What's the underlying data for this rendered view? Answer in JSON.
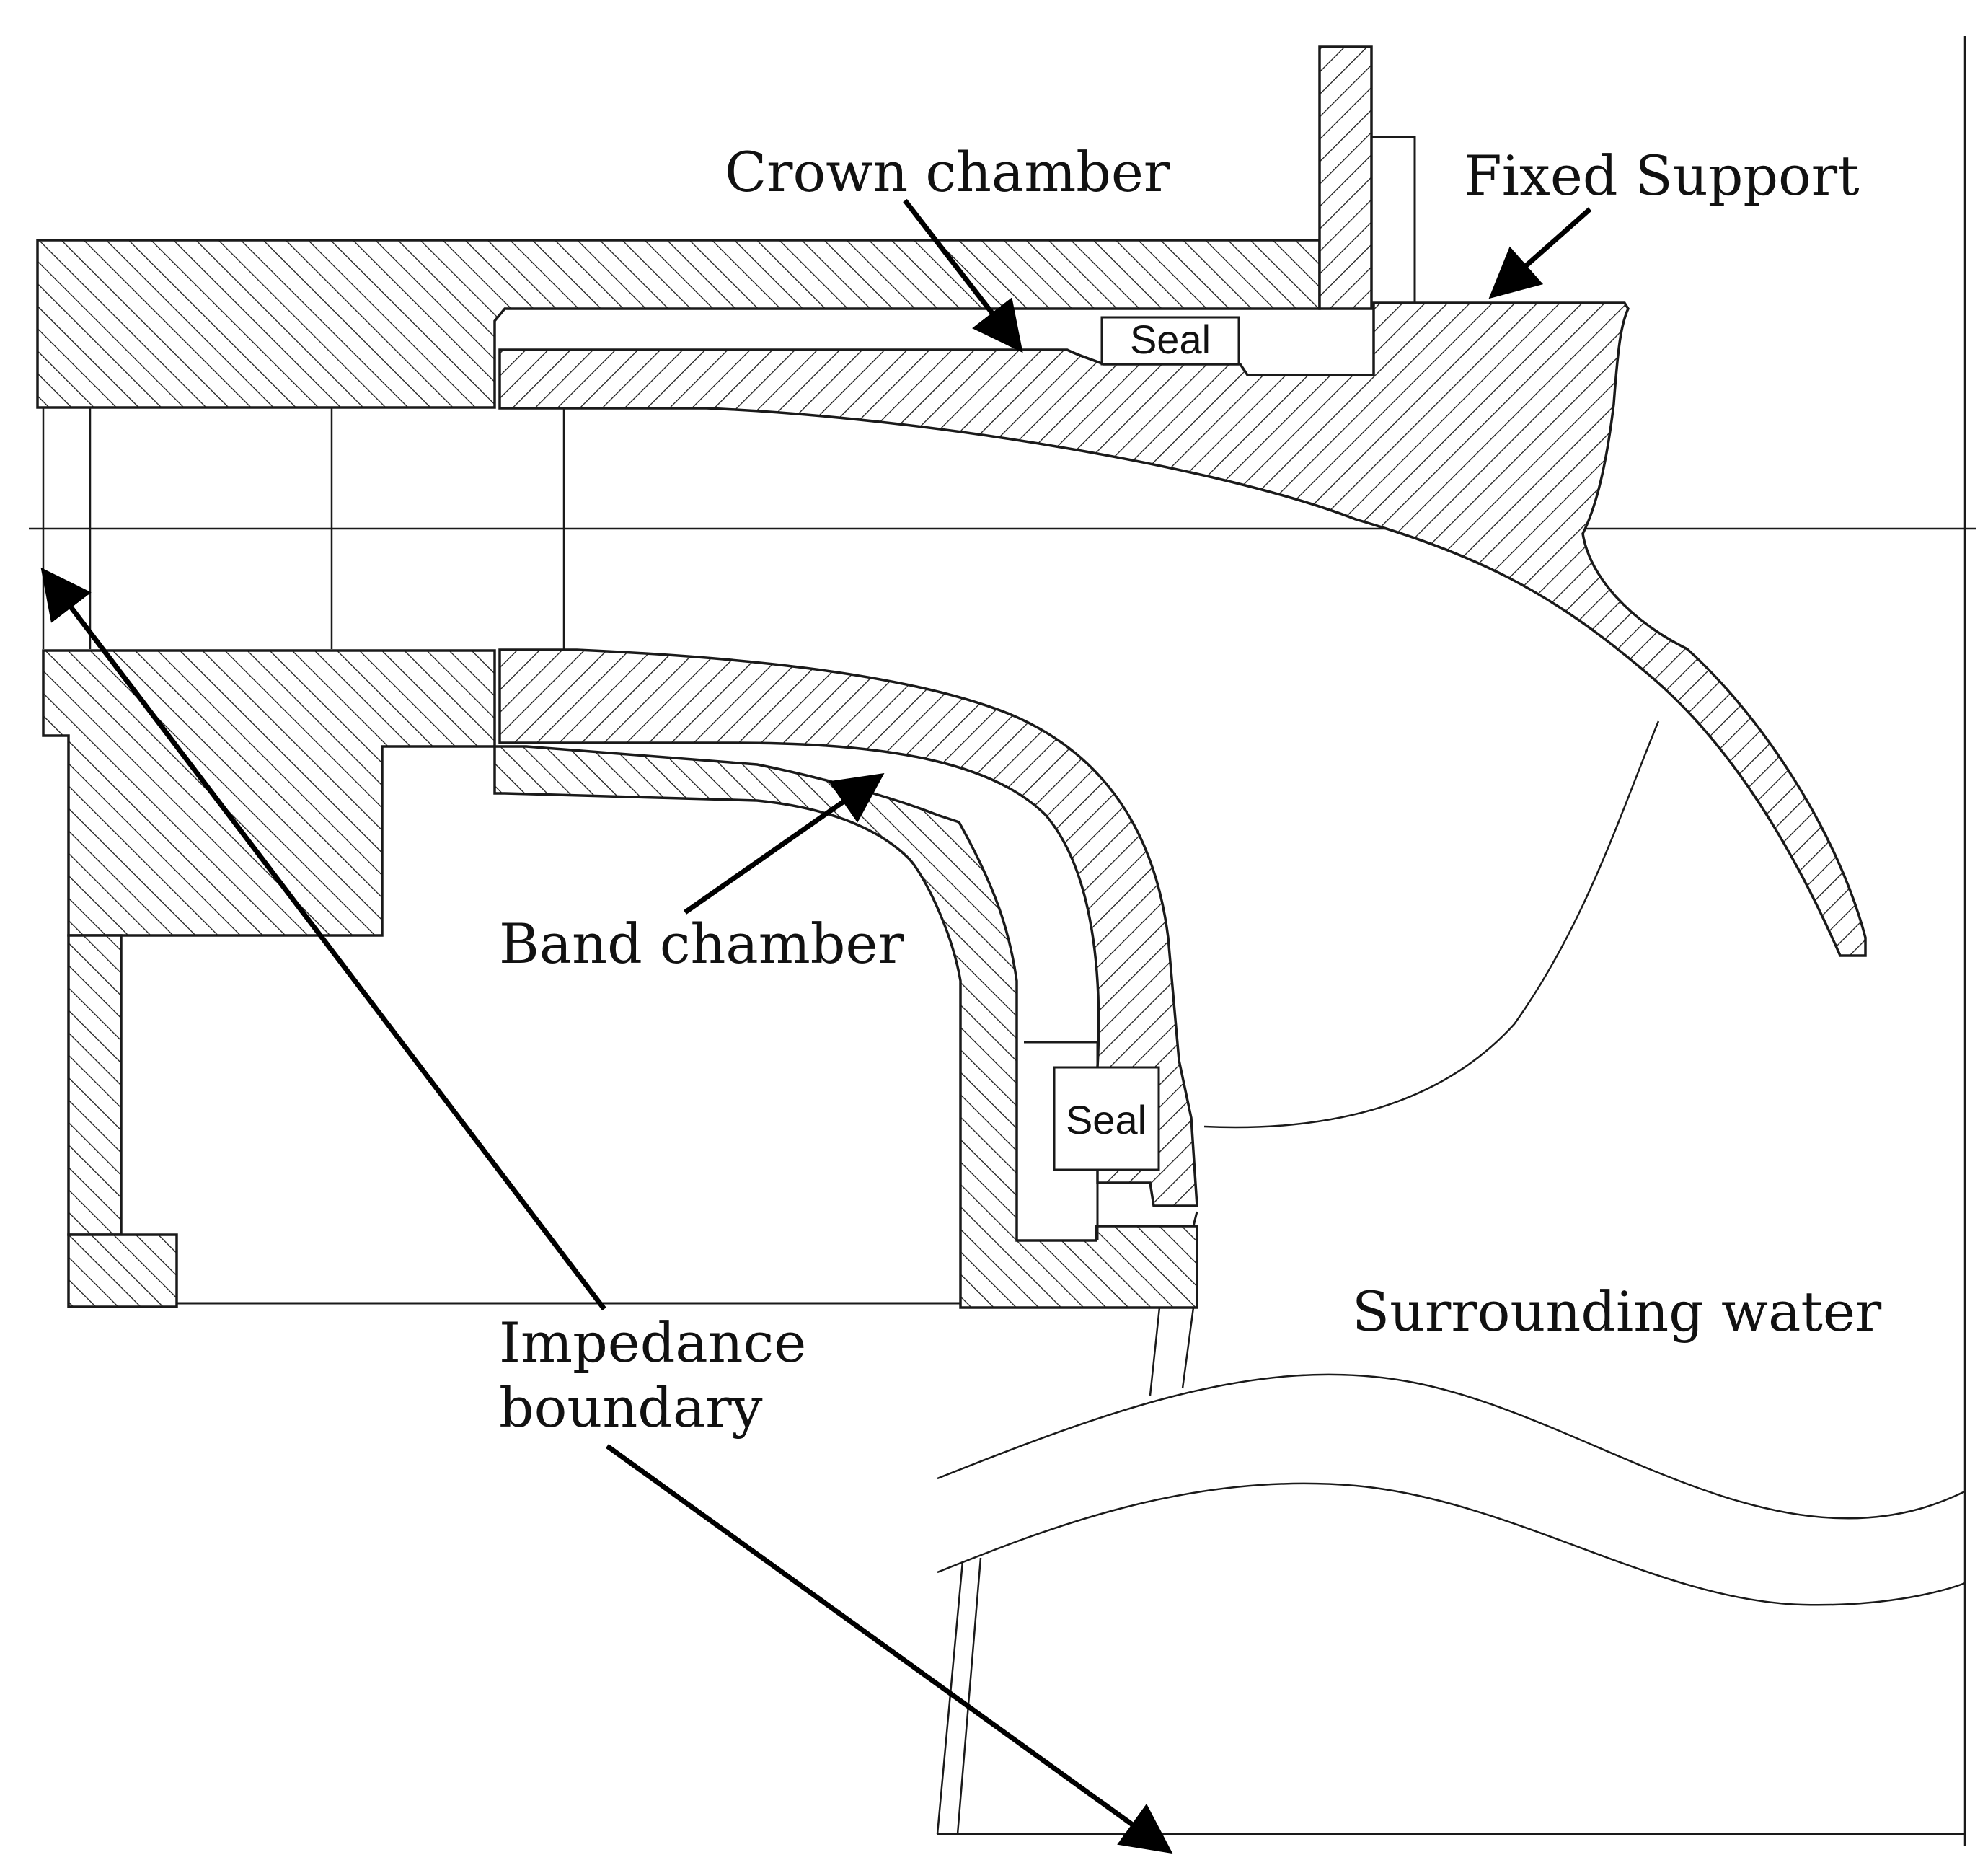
{
  "labels": {
    "crown_chamber": "Crown chamber",
    "fixed_support": "Fixed Support",
    "band_chamber": "Band chamber",
    "surrounding_water": "Surrounding water",
    "impedance_line1": "Impedance",
    "impedance_line2": "boundary",
    "seal_top": "Seal",
    "seal_bottom": "Seal"
  },
  "colors": {
    "ink": "#1a1a1a",
    "background": "#ffffff"
  }
}
